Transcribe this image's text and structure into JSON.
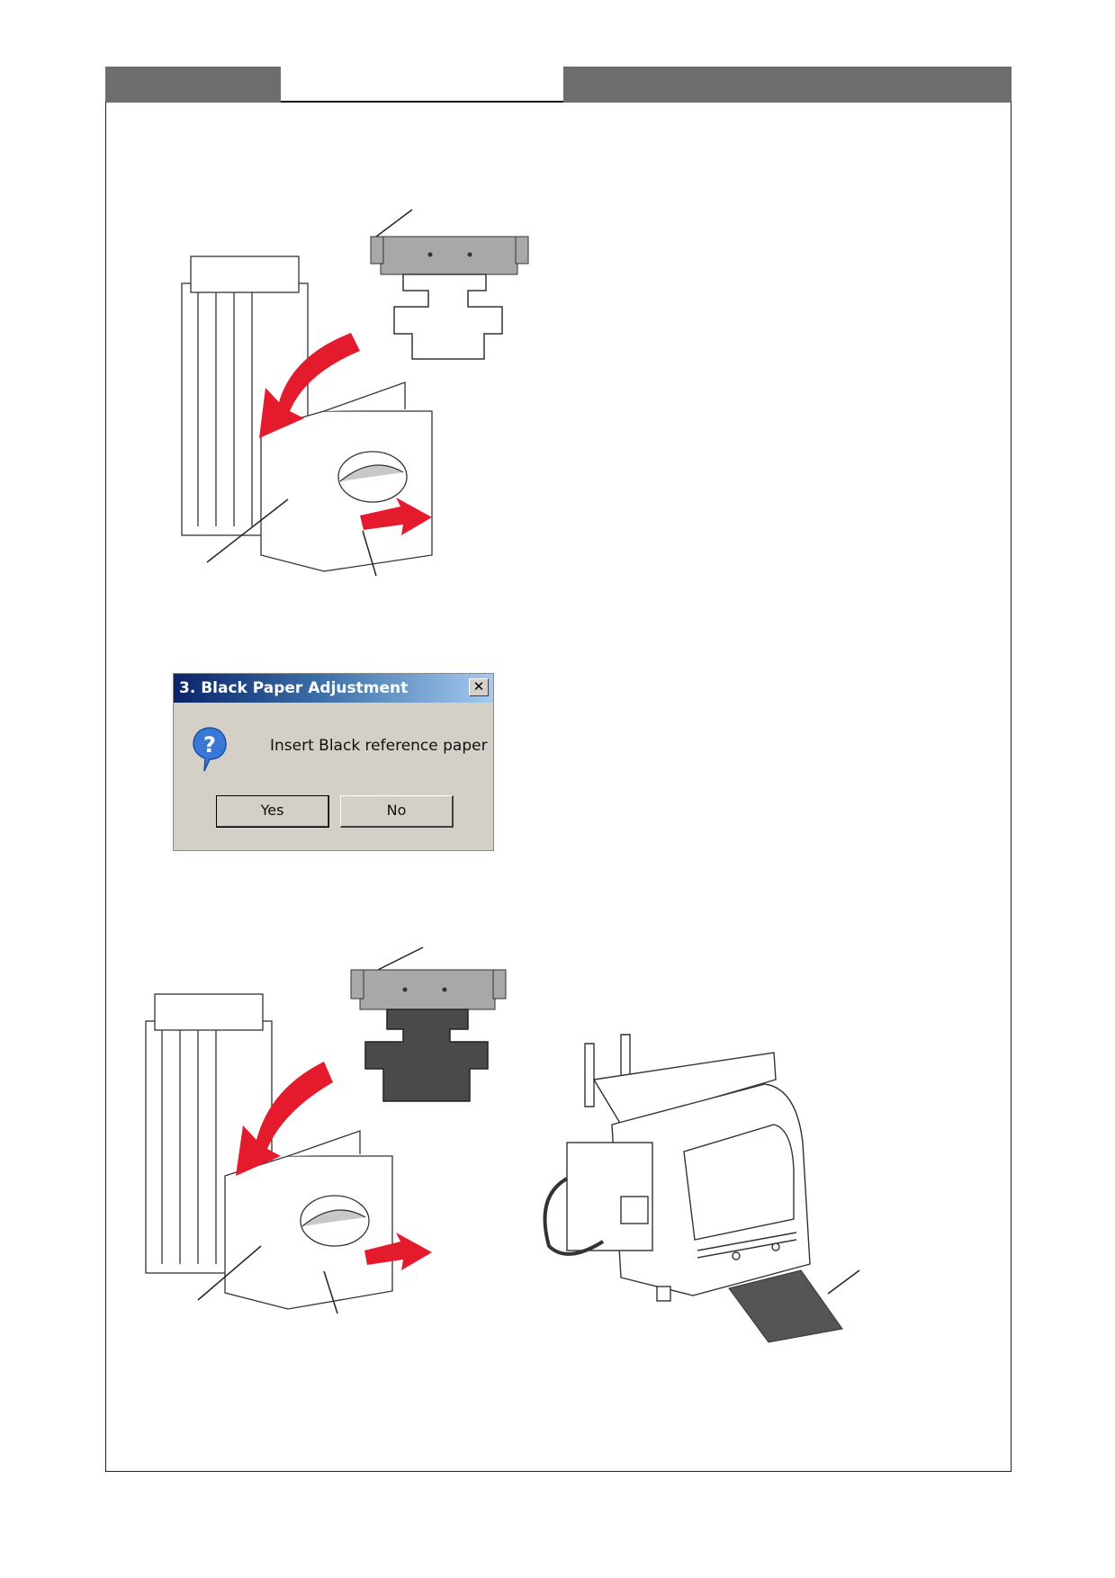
{
  "dialog": {
    "title": "3. Black Paper Adjustment",
    "close_glyph": "✕",
    "icon": "question-icon",
    "message": "Insert Black reference paper",
    "yes_label": "Yes",
    "no_label": "No"
  },
  "colors": {
    "header_bar": "#6d6d6f",
    "arrow_red": "#e31b2d",
    "reference_gray": "#9a9a9a",
    "reference_black": "#4a4a4a"
  }
}
